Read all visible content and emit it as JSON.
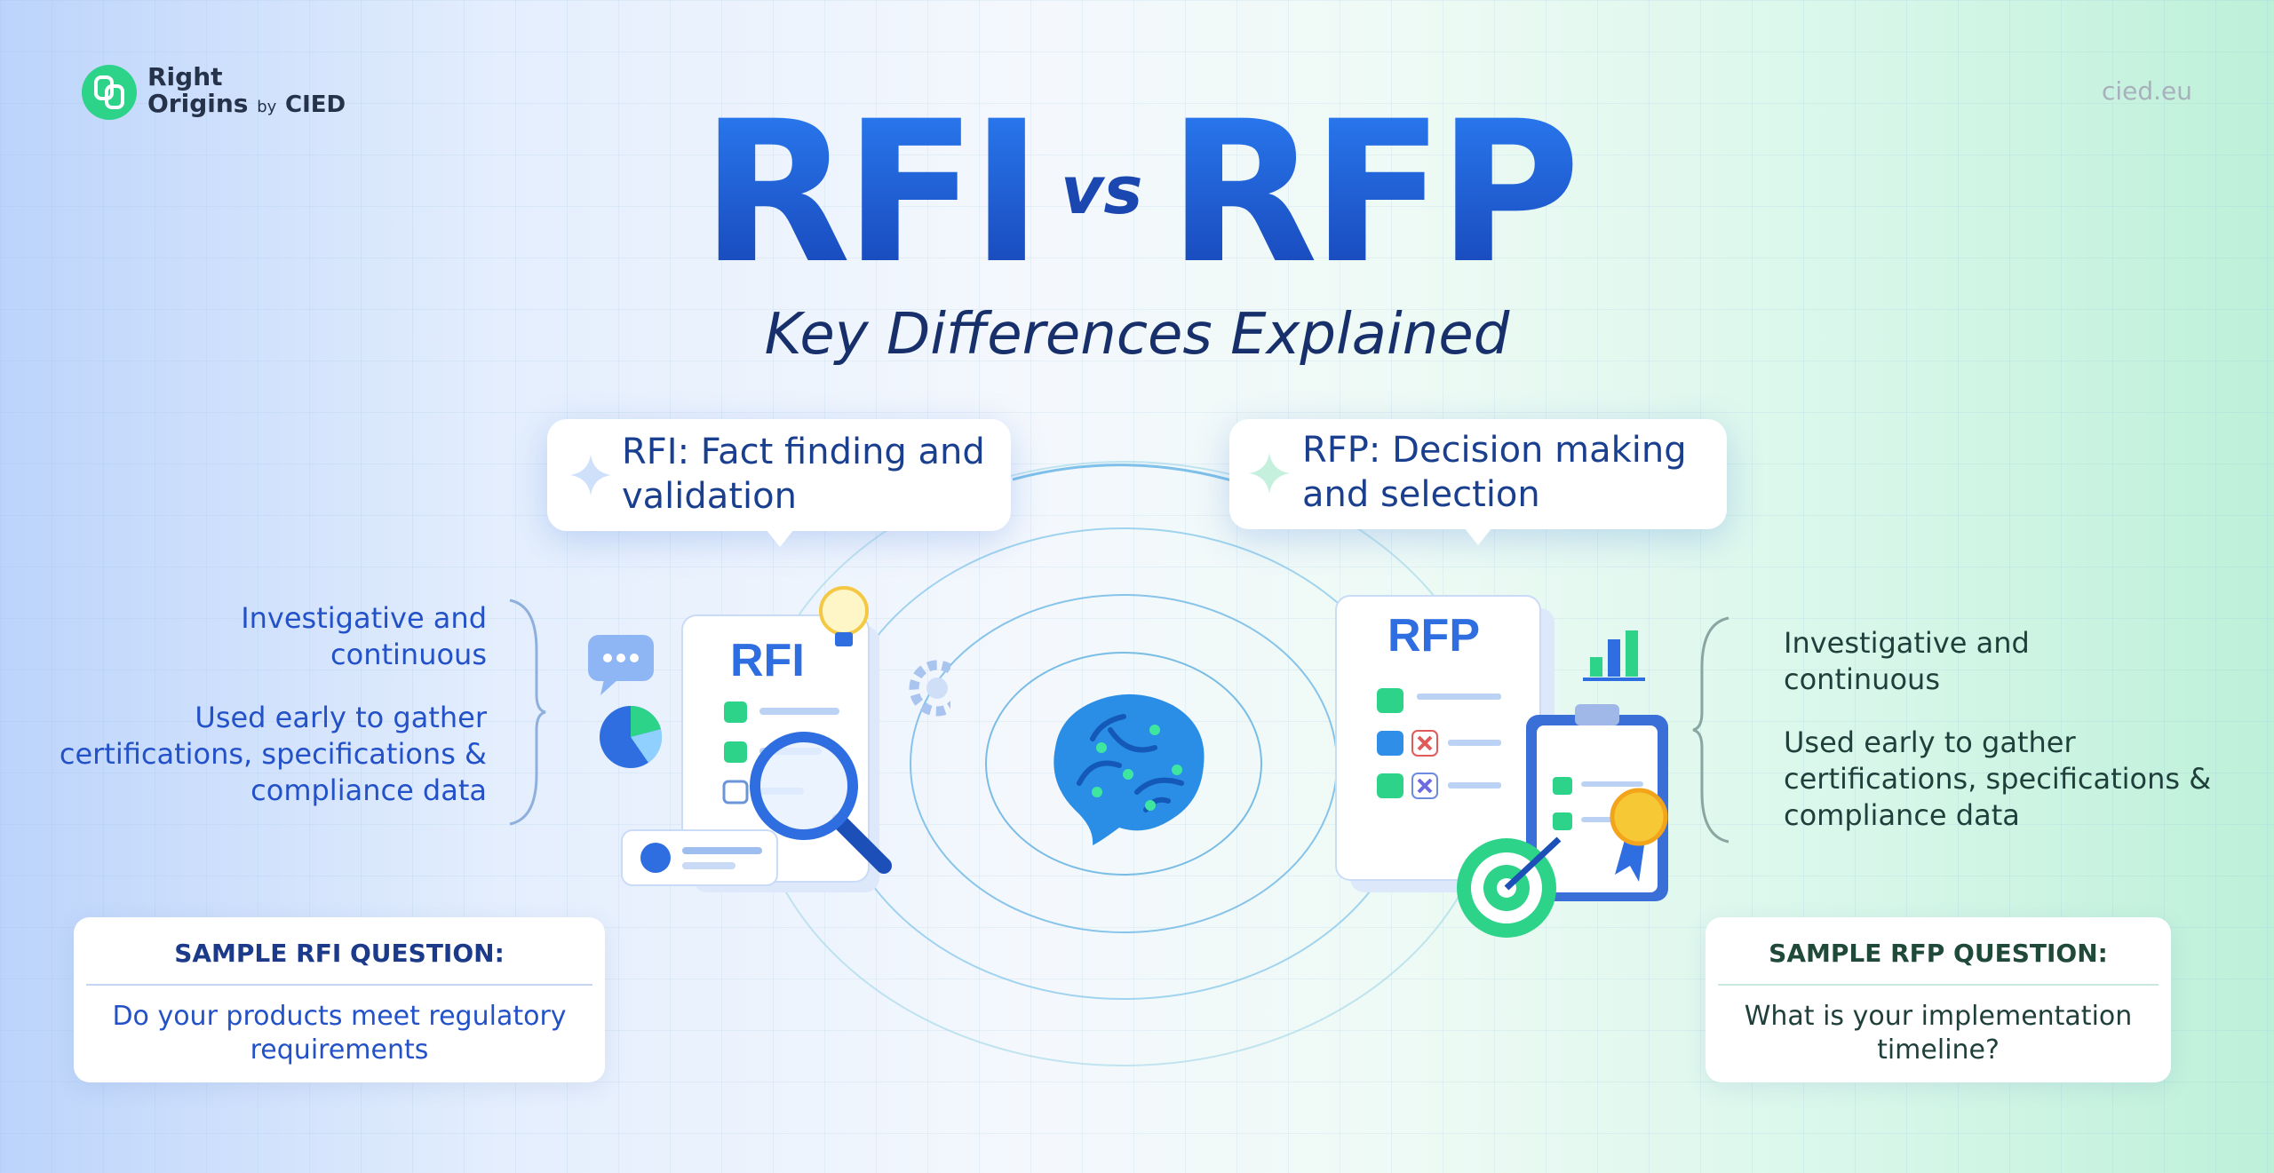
{
  "logo": {
    "line1": "Right",
    "line2": "Origins",
    "by": "by",
    "brand": "CIED"
  },
  "site": "cied.eu",
  "title": {
    "left": "RFI",
    "vs": "vs",
    "right": "RFP",
    "subtitle": "Key Differences Explained"
  },
  "rfi_bubble": {
    "line1": "RFI: Fact finding and",
    "line2": "validation"
  },
  "rfp_bubble": {
    "line1": "RFP: Decision making",
    "line2": "and selection"
  },
  "rfi_points": {
    "p1_line1": "Investigative and",
    "p1_line2": "continuous",
    "p2_line1": "Used early to gather",
    "p2_line2": "certifications, specifications &",
    "p2_line3": "compliance data"
  },
  "rfp_points": {
    "p1_line1": "Investigative and",
    "p1_line2": "continuous",
    "p2_line1": "Used early to gather",
    "p2_line2": "certifications, specifications &",
    "p2_line3": "compliance data"
  },
  "rfi_card": {
    "heading": "SAMPLE RFI QUESTION:",
    "line1": "Do your products meet regulatory",
    "line2": "requirements"
  },
  "rfp_card": {
    "heading": "SAMPLE RFP QUESTION:",
    "line1": "What is your implementation",
    "line2": "timeline?"
  },
  "doc_labels": {
    "rfi": "RFI",
    "rfp": "RFP"
  },
  "colors": {
    "rfi_accent": "#1c62d8",
    "rfp_accent": "#2ed38a",
    "title_dark": "#17306b"
  },
  "icons": [
    "logo-icon",
    "sparkle-icon",
    "chat-bubble-icon",
    "pie-chart-icon",
    "document-icon",
    "magnifier-icon",
    "lightbulb-icon",
    "gear-icon",
    "user-card-icon",
    "brain-icon",
    "bar-chart-icon",
    "clipboard-icon",
    "target-icon",
    "award-ribbon-icon"
  ]
}
